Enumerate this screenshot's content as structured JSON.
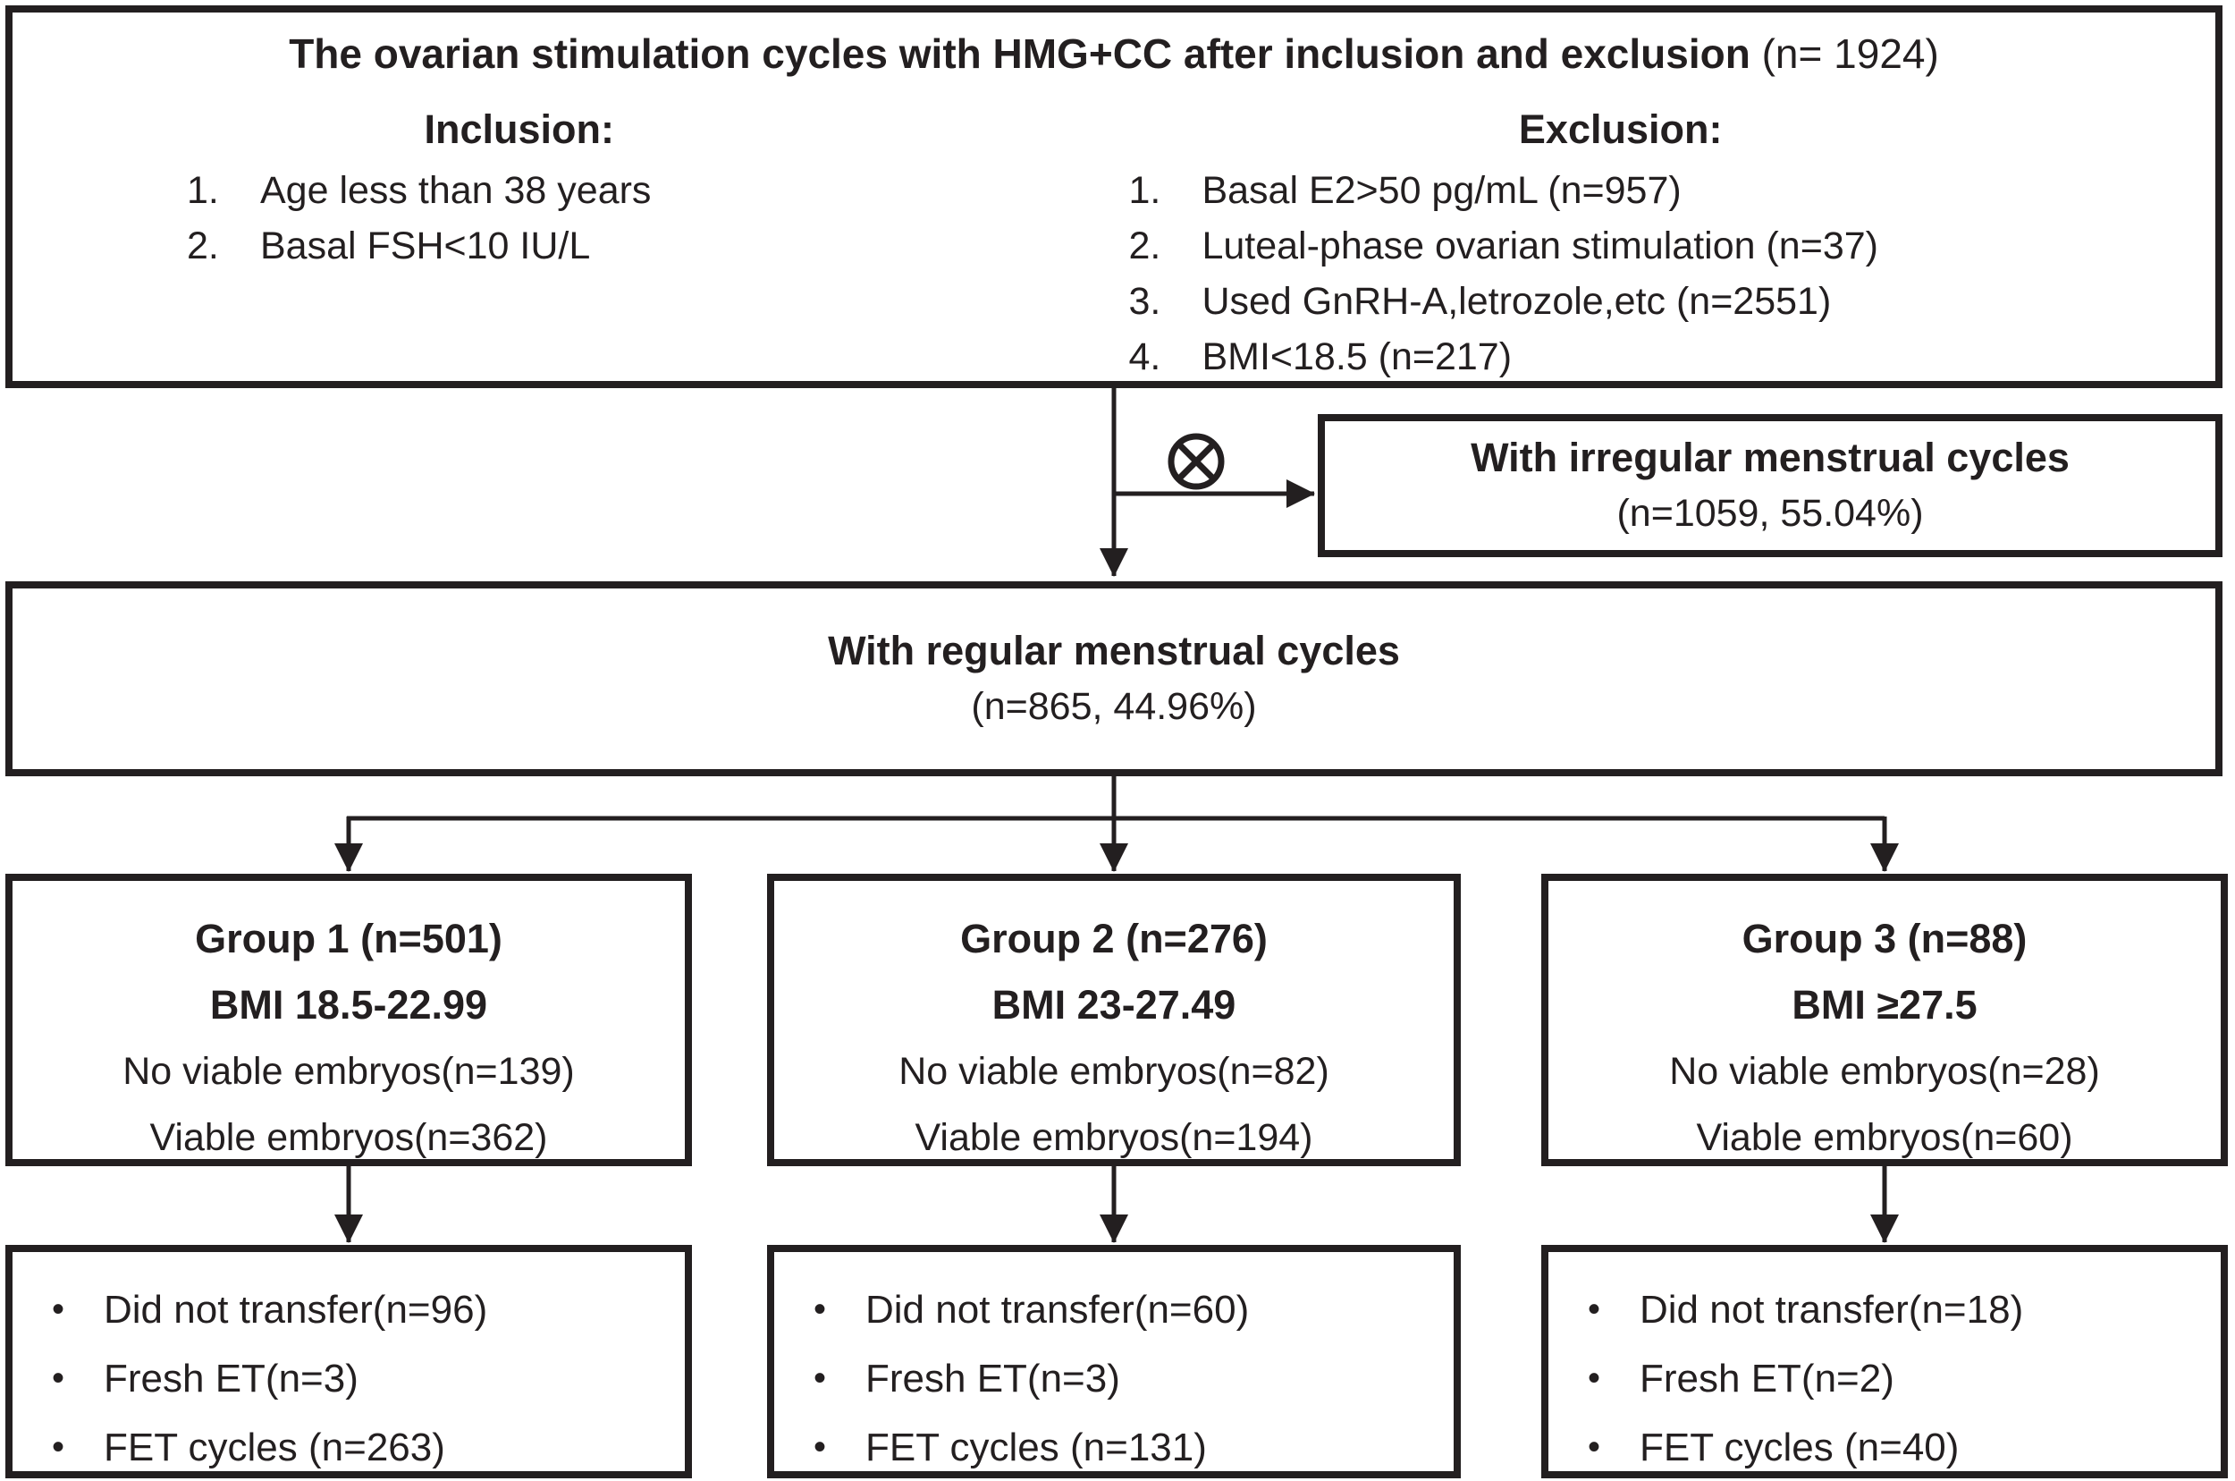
{
  "title": {
    "bold": "The ovarian stimulation cycles with HMG+CC after inclusion and exclusion",
    "n": "(n= 1924)"
  },
  "inclusion": {
    "heading": "Inclusion:",
    "items": [
      {
        "num": "1.",
        "text": "Age less than 38 years"
      },
      {
        "num": "2.",
        "text": "Basal FSH<10 IU/L"
      }
    ]
  },
  "exclusion": {
    "heading": "Exclusion:",
    "items": [
      {
        "num": "1.",
        "text": "Basal E2>50 pg/mL (n=957)"
      },
      {
        "num": "2.",
        "text": "Luteal-phase ovarian stimulation (n=37)"
      },
      {
        "num": "3.",
        "text": "Used GnRH-A,letrozole,etc (n=2551)"
      },
      {
        "num": "4.",
        "text": "BMI<18.5 (n=217)"
      }
    ]
  },
  "irregular": {
    "title": "With irregular menstrual cycles",
    "n": "(n=1059, 55.04%)"
  },
  "regular": {
    "title": "With regular menstrual cycles",
    "n": "(n=865, 44.96%)"
  },
  "groups": [
    {
      "title": "Group 1 (n=501)",
      "bmi": "BMI 18.5-22.99",
      "no_viable": "No viable embryos(n=139)",
      "viable": "Viable embryos(n=362)"
    },
    {
      "title": "Group 2 (n=276)",
      "bmi": "BMI 23-27.49",
      "no_viable": "No viable embryos(n=82)",
      "viable": "Viable embryos(n=194)"
    },
    {
      "title": "Group 3 (n=88)",
      "bmi": "BMI ≥27.5",
      "no_viable": "No viable embryos(n=28)",
      "viable": "Viable embryos(n=60)"
    }
  ],
  "outcomes": [
    {
      "items": [
        {
          "bullet": "•",
          "text": "Did not transfer(n=96)"
        },
        {
          "bullet": "•",
          "text": "Fresh ET(n=3)"
        },
        {
          "bullet": "•",
          "text": "FET cycles (n=263)"
        }
      ]
    },
    {
      "items": [
        {
          "bullet": "•",
          "text": "Did not transfer(n=60)"
        },
        {
          "bullet": "•",
          "text": "Fresh ET(n=3)"
        },
        {
          "bullet": "•",
          "text": "FET cycles (n=131)"
        }
      ]
    },
    {
      "items": [
        {
          "bullet": "•",
          "text": "Did not transfer(n=18)"
        },
        {
          "bullet": "•",
          "text": "Fresh ET(n=2)"
        },
        {
          "bullet": "•",
          "text": "FET cycles (n=40)"
        }
      ]
    }
  ],
  "icons": {
    "exclude": "circle-cross"
  },
  "colors": {
    "ink": "#231f20",
    "background": "#ffffff"
  }
}
